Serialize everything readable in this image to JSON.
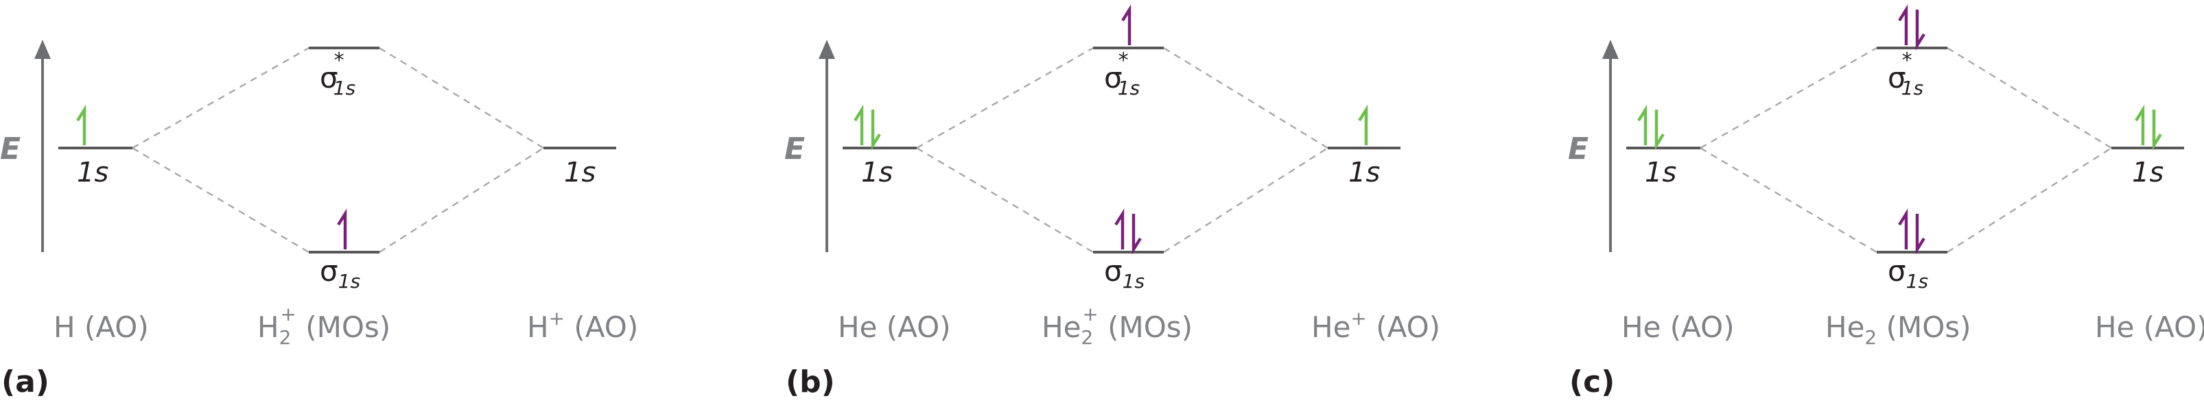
{
  "energy_label": "E",
  "colors": {
    "ao_electron": "#6cc04a",
    "mo_electron": "#7a1f7c",
    "level": "#58585a",
    "dashed": "#a8a8aa",
    "axis": "#6d6e71"
  },
  "panels": [
    {
      "letter": "(a)",
      "left_ao": {
        "label": "1s",
        "species": "H (AO)",
        "electrons": 1
      },
      "right_ao": {
        "label": "1s",
        "species_main": "H",
        "species_sup": "+",
        "species_rest": " (AO)",
        "electrons": 0
      },
      "antibonding": {
        "symbol": "σ",
        "sub": "1s",
        "sup": "*",
        "electrons": 0
      },
      "bonding": {
        "symbol": "σ",
        "sub": "1s",
        "electrons": 1
      },
      "mo_species": {
        "main": "H",
        "sub": "2",
        "sup": "+",
        "rest": " (MOs)"
      }
    },
    {
      "letter": "(b)",
      "left_ao": {
        "label": "1s",
        "species": "He (AO)",
        "electrons": 2
      },
      "right_ao": {
        "label": "1s",
        "species_main": "He",
        "species_sup": "+",
        "species_rest": " (AO)",
        "electrons": 1
      },
      "antibonding": {
        "symbol": "σ",
        "sub": "1s",
        "sup": "*",
        "electrons": 1
      },
      "bonding": {
        "symbol": "σ",
        "sub": "1s",
        "electrons": 2
      },
      "mo_species": {
        "main": "He",
        "sub": "2",
        "sup": "+",
        "rest": " (MOs)"
      }
    },
    {
      "letter": "(c)",
      "left_ao": {
        "label": "1s",
        "species": "He (AO)",
        "electrons": 2
      },
      "right_ao": {
        "label": "1s",
        "species_main": "He (AO)",
        "species_sup": "",
        "species_rest": "",
        "electrons": 2
      },
      "antibonding": {
        "symbol": "σ",
        "sub": "1s",
        "sup": "*",
        "electrons": 2
      },
      "bonding": {
        "symbol": "σ",
        "sub": "1s",
        "electrons": 2
      },
      "mo_species": {
        "main": "He",
        "sub": "2",
        "sup": "",
        "rest": " (MOs)"
      }
    }
  ]
}
